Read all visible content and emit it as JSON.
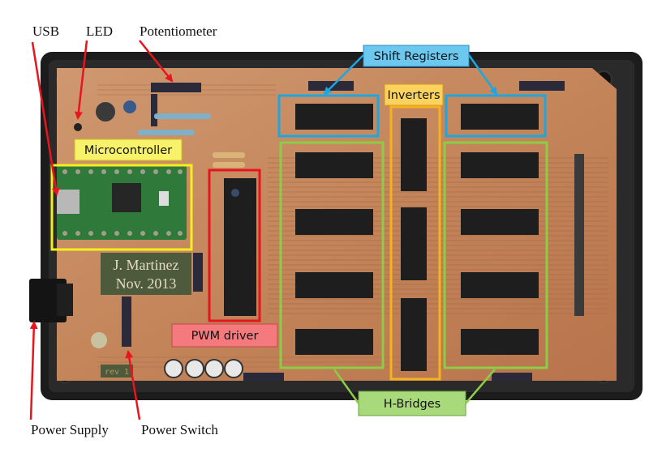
{
  "title": "Annotated PCB: H-bridge driver board",
  "callouts": [
    {
      "id": "usb",
      "label": "USB"
    },
    {
      "id": "led",
      "label": "LED"
    },
    {
      "id": "potentiometer",
      "label": "Potentiometer"
    },
    {
      "id": "power_supply",
      "label": "Power Supply"
    },
    {
      "id": "power_switch",
      "label": "Power Switch"
    }
  ],
  "regions": [
    {
      "id": "microcontroller",
      "label": "Microcontroller",
      "color": "#f5ee1e",
      "fill": "#f7f26a"
    },
    {
      "id": "shift_registers",
      "label": "Shift Registers",
      "color": "#1ea6e0",
      "fill": "#6cc8ef"
    },
    {
      "id": "inverters",
      "label": "Inverters",
      "color": "#f5b21e",
      "fill": "#fbd25e"
    },
    {
      "id": "pwm_driver",
      "label": "PWM driver",
      "color": "#e8141e",
      "fill": "#f47a7e"
    },
    {
      "id": "h_bridges",
      "label": "H-Bridges",
      "color": "#8ccc46",
      "fill": "#a8d97a"
    }
  ],
  "board": {
    "engraving_line1": "J. Martinez",
    "engraving_line2": "Nov. 2013",
    "revision": "rev 1"
  },
  "colors": {
    "arrow": "#e8141e",
    "pcb_copper": "#c88a5e",
    "enclosure": "#1c1c1c",
    "chip": "#1e1e1e"
  }
}
